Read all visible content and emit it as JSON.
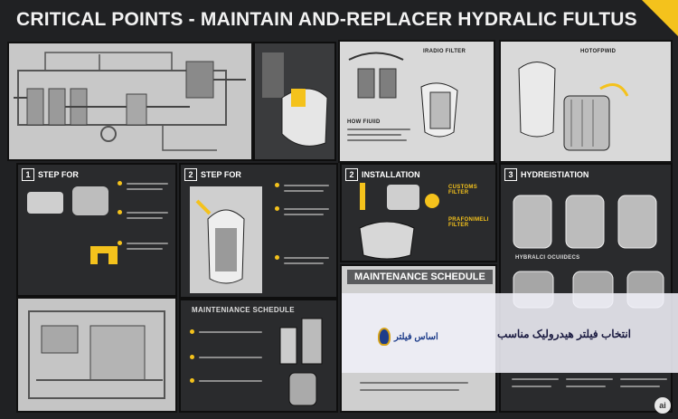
{
  "poster": {
    "title": "CRITICAL POINTS - MAINTAIN AND-REPLACER HYDRALIC FULTUS",
    "top_panels": {
      "radio_filter_label": "IRADIO FILTER",
      "how_fluid_label": "HOW FIUIID",
      "hotofpwid_label": "HOTOFPWID"
    },
    "steps": [
      {
        "num": "1",
        "label": "STEP FOR"
      },
      {
        "num": "2",
        "label": "STEP FOR"
      },
      {
        "num": "2",
        "label": "INSTALLATION"
      },
      {
        "num": "3",
        "label": "HYDREISTIATION"
      }
    ],
    "install_labels": {
      "a": "CUSTOMS FILTER",
      "b": "PRAFONIMELI FILTER"
    },
    "hydraulic_label": "HYBRALCI OCUIIDECS",
    "maintenance_schedule_big": "MAINTENANCE SCHEDULE",
    "maintenance_schedule_small": "MAINTENIANCE SCHEDULE"
  },
  "overlay": {
    "ribbon_text": "انتخاب فیلتر هیدرولیک مناسب",
    "logo_name": "اساس فیلتر",
    "badge": "ai"
  },
  "colors": {
    "accent": "#f4c21c",
    "ribbon": "#f0f0f8",
    "logo_blue": "#1e3d8a"
  }
}
